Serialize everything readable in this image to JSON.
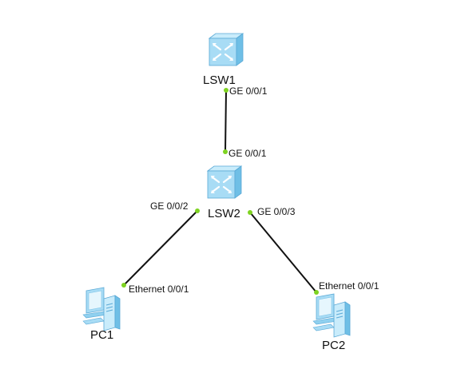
{
  "devices": [
    {
      "id": "lsw1",
      "label": "LSW1",
      "kind": "switch"
    },
    {
      "id": "lsw2",
      "label": "LSW2",
      "kind": "switch"
    },
    {
      "id": "pc1",
      "label": "PC1",
      "kind": "pc"
    },
    {
      "id": "pc2",
      "label": "PC2",
      "kind": "pc"
    }
  ],
  "links": [
    {
      "from": "lsw1",
      "to": "lsw2",
      "from_port": "GE 0/0/1",
      "to_port": "GE 0/0/1"
    },
    {
      "from": "lsw2",
      "to": "pc1",
      "from_port": "GE 0/0/2",
      "to_port": "Ethernet 0/0/1"
    },
    {
      "from": "lsw2",
      "to": "pc2",
      "from_port": "GE 0/0/3",
      "to_port": "Ethernet 0/0/1"
    }
  ],
  "colors": {
    "link": "#111111",
    "port_dot": "#7ed321",
    "switch_fill": "#a8dcf5",
    "switch_top": "#c9ecfb",
    "switch_side": "#6fbfe6",
    "pc_fill": "#a8dcf5"
  }
}
